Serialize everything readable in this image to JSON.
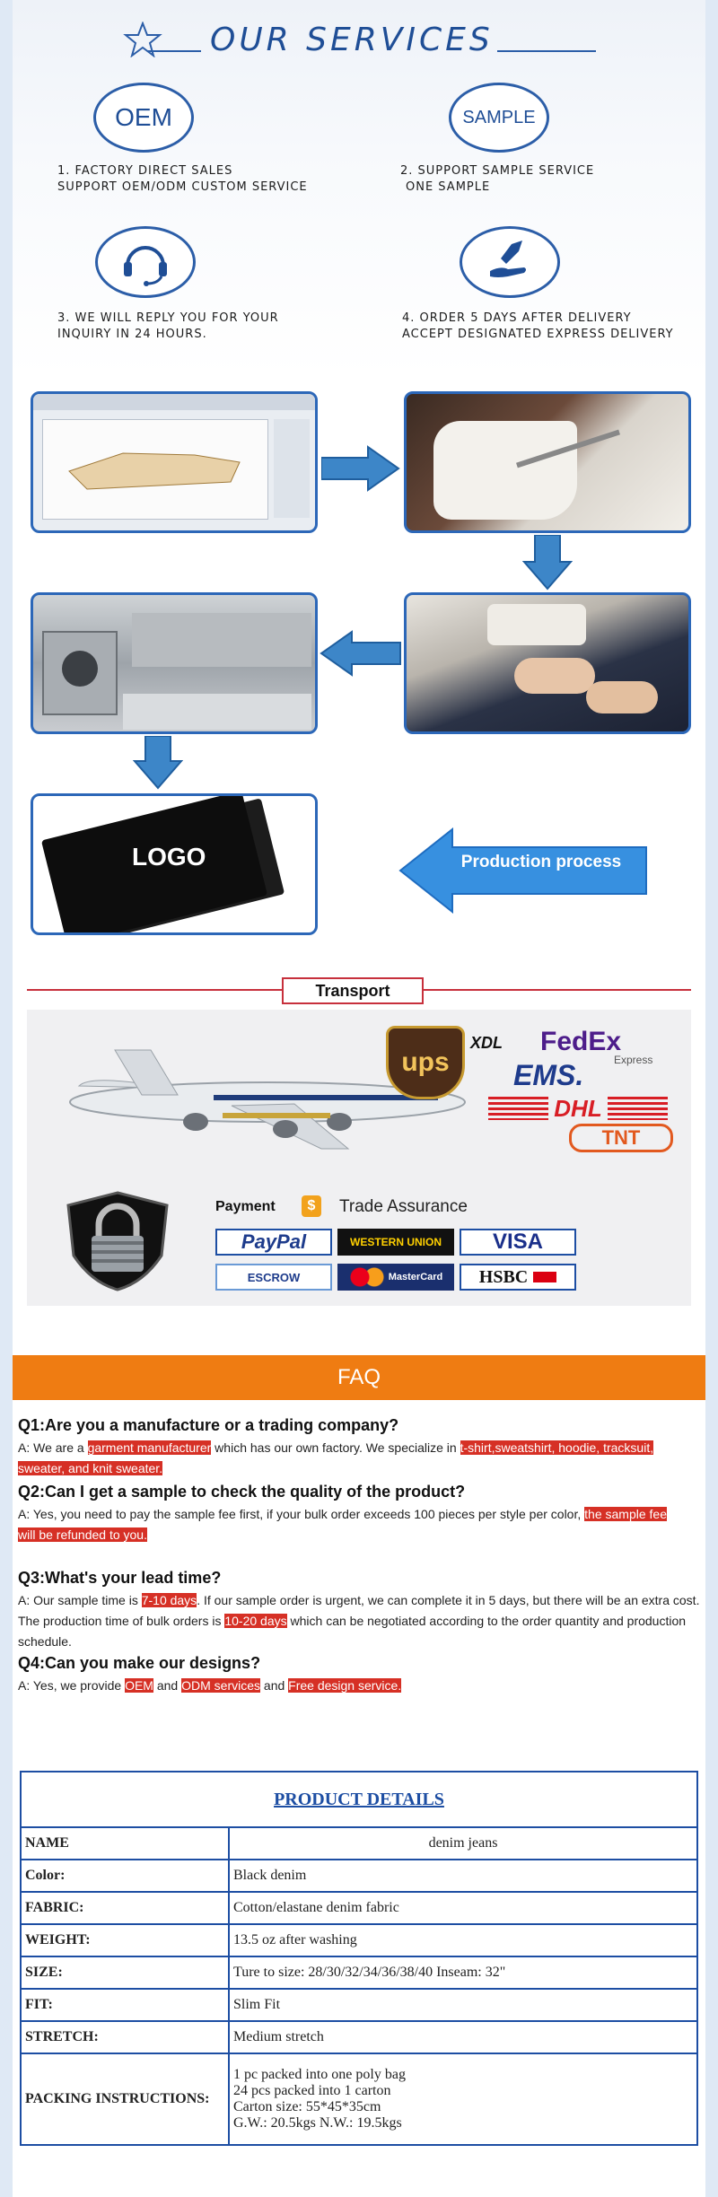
{
  "services": {
    "title": "OUR SERVICES",
    "badge_oem": "OEM",
    "badge_sample": "SAMPLE",
    "item1_line1": "1. FACTORY DIRECT SALES",
    "item1_line2": "SUPPORT OEM/ODM CUSTOM SERVICE",
    "item2_line1": "2. SUPPORT SAMPLE SERVICE",
    "item2_line2": "ONE SAMPLE",
    "item3_line1": "3. WE WILL REPLY YOU FOR YOUR",
    "item3_line2": "INQUIRY IN 24 HOURS.",
    "item4_line1": "4. ORDER 5 DAYS AFTER DELIVERY",
    "item4_line2": "ACCEPT DESIGNATED EXPRESS DELIVERY"
  },
  "process": {
    "logo_text": "LOGO",
    "arrow_label": "Production process"
  },
  "transport": {
    "tag": "Transport",
    "carriers": [
      "ups",
      "XDL",
      "FedEx",
      "Express",
      "EMS.",
      "DHL",
      "TNT"
    ],
    "payment_label": "Payment",
    "trade_assurance": "Trade Assurance",
    "payments": [
      "PayPal",
      "WESTERN UNION",
      "VISA",
      "ESCROW",
      "MasterCard",
      "HSBC"
    ]
  },
  "faq": {
    "title": "FAQ",
    "q1": "Q1:Are you a manufacture or a trading company?",
    "a1": [
      {
        "t": "A: We are a ",
        "h": false
      },
      {
        "t": "garment manufacturer",
        "h": true
      },
      {
        "t": " which has our own factory. We specialize in ",
        "h": false
      },
      {
        "t": "t-shirt,sweatshirt, hoodie, tracksuit, sweater, and knit sweater.",
        "h": true
      }
    ],
    "q2": "Q2:Can I get a sample to check the quality of the product?",
    "a2": [
      {
        "t": "A: Yes, you need to pay the sample fee first, if your bulk order exceeds 100 pieces per style per color, ",
        "h": false
      },
      {
        "t": "the sample fee will be refunded to you.",
        "h": true
      }
    ],
    "q3": "Q3:What's your lead time?",
    "a3": [
      {
        "t": "A: Our sample time is ",
        "h": false
      },
      {
        "t": "7-10 days",
        "h": true
      },
      {
        "t": ". If our sample order is urgent, we can complete it in 5 days, but there will be an extra cost. The production time of bulk orders is ",
        "h": false
      },
      {
        "t": "10-20 days",
        "h": true
      },
      {
        "t": " which can be negotiated according to the order quantity and production schedule.",
        "h": false
      }
    ],
    "q4": "Q4:Can you make our designs?",
    "a4": [
      {
        "t": "A: Yes, we provide ",
        "h": false
      },
      {
        "t": "OEM",
        "h": true
      },
      {
        "t": " and ",
        "h": false
      },
      {
        "t": "ODM services",
        "h": true
      },
      {
        "t": " and ",
        "h": false
      },
      {
        "t": "Free design service.",
        "h": true
      }
    ]
  },
  "product": {
    "title": "PRODUCT DETAILS",
    "rows": [
      {
        "k": "NAME",
        "v": "denim jeans"
      },
      {
        "k": "Color:",
        "v": "Black denim"
      },
      {
        "k": "FABRIC:",
        "v": "Cotton/elastane denim fabric"
      },
      {
        "k": "WEIGHT:",
        "v": "13.5 oz after washing"
      },
      {
        "k": "SIZE:",
        "v": "Ture to size: 28/30/32/34/36/38/40  Inseam: 32\""
      },
      {
        "k": "FIT:",
        "v": "Slim Fit"
      },
      {
        "k": "STRETCH:",
        "v": "Medium stretch"
      }
    ],
    "packing_key": "PACKING INSTRUCTIONS:",
    "packing_lines": [
      "1 pc packed into one poly bag",
      "24 pcs packed into 1 carton",
      "Carton size: 55*45*35cm",
      "G.W.: 20.5kgs     N.W.: 19.5kgs"
    ]
  },
  "colors": {
    "accent": "#2c5ea8",
    "faq_orange": "#ef7c12",
    "highlight": "#d63025",
    "table_border": "#1d4ea3"
  }
}
